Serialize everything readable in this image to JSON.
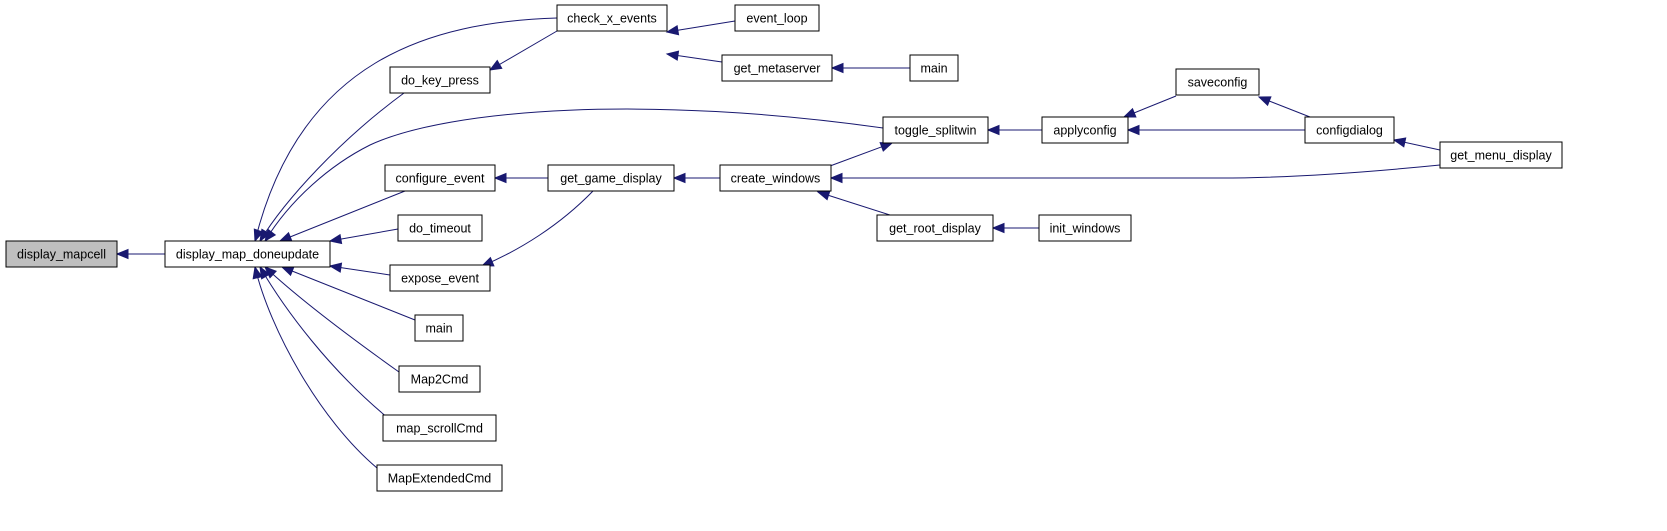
{
  "diagram": {
    "root_color": "#bfbfbf",
    "edge_color": "#191970",
    "nodes": [
      {
        "id": "display_mapcell",
        "label": "display_mapcell",
        "root": true
      },
      {
        "id": "display_map_doneupdate",
        "label": "display_map_doneupdate"
      },
      {
        "id": "check_x_events",
        "label": "check_x_events"
      },
      {
        "id": "event_loop",
        "label": "event_loop"
      },
      {
        "id": "get_metaserver",
        "label": "get_metaserver"
      },
      {
        "id": "main_top",
        "label": "main"
      },
      {
        "id": "do_key_press",
        "label": "do_key_press"
      },
      {
        "id": "toggle_splitwin",
        "label": "toggle_splitwin"
      },
      {
        "id": "applyconfig",
        "label": "applyconfig"
      },
      {
        "id": "saveconfig",
        "label": "saveconfig"
      },
      {
        "id": "configdialog",
        "label": "configdialog"
      },
      {
        "id": "get_menu_display",
        "label": "get_menu_display"
      },
      {
        "id": "configure_event",
        "label": "configure_event"
      },
      {
        "id": "get_game_display",
        "label": "get_game_display"
      },
      {
        "id": "create_windows",
        "label": "create_windows"
      },
      {
        "id": "get_root_display",
        "label": "get_root_display"
      },
      {
        "id": "init_windows",
        "label": "init_windows"
      },
      {
        "id": "do_timeout",
        "label": "do_timeout"
      },
      {
        "id": "expose_event",
        "label": "expose_event"
      },
      {
        "id": "main_mid",
        "label": "main"
      },
      {
        "id": "Map2Cmd",
        "label": "Map2Cmd"
      },
      {
        "id": "map_scrollCmd",
        "label": "map_scrollCmd"
      },
      {
        "id": "MapExtendedCmd",
        "label": "MapExtendedCmd"
      }
    ],
    "edges": [
      {
        "from": "display_map_doneupdate",
        "to": "display_mapcell"
      },
      {
        "from": "check_x_events",
        "to": "display_map_doneupdate"
      },
      {
        "from": "do_key_press",
        "to": "display_map_doneupdate"
      },
      {
        "from": "toggle_splitwin",
        "to": "display_map_doneupdate"
      },
      {
        "from": "configure_event",
        "to": "display_map_doneupdate"
      },
      {
        "from": "do_timeout",
        "to": "display_map_doneupdate"
      },
      {
        "from": "expose_event",
        "to": "display_map_doneupdate"
      },
      {
        "from": "main_mid",
        "to": "display_map_doneupdate"
      },
      {
        "from": "Map2Cmd",
        "to": "display_map_doneupdate"
      },
      {
        "from": "map_scrollCmd",
        "to": "display_map_doneupdate"
      },
      {
        "from": "MapExtendedCmd",
        "to": "display_map_doneupdate"
      },
      {
        "from": "event_loop",
        "to": "check_x_events"
      },
      {
        "from": "get_metaserver",
        "to": "check_x_events"
      },
      {
        "from": "main_top",
        "to": "get_metaserver"
      },
      {
        "from": "do_key_press",
        "to": "check_x_events"
      },
      {
        "from": "applyconfig",
        "to": "toggle_splitwin"
      },
      {
        "from": "create_windows",
        "to": "toggle_splitwin"
      },
      {
        "from": "saveconfig",
        "to": "applyconfig"
      },
      {
        "from": "configdialog",
        "to": "applyconfig"
      },
      {
        "from": "configdialog",
        "to": "saveconfig"
      },
      {
        "from": "get_menu_display",
        "to": "configdialog"
      },
      {
        "from": "get_menu_display",
        "to": "create_windows"
      },
      {
        "from": "get_game_display",
        "to": "configure_event"
      },
      {
        "from": "get_game_display",
        "to": "expose_event"
      },
      {
        "from": "create_windows",
        "to": "get_game_display"
      },
      {
        "from": "get_root_display",
        "to": "create_windows"
      },
      {
        "from": "init_windows",
        "to": "get_root_display"
      }
    ]
  }
}
